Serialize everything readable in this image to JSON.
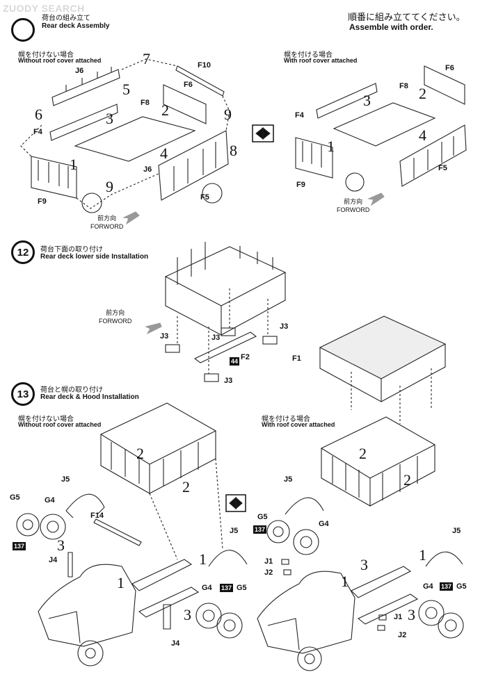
{
  "watermark": "ZUODY SEARCH",
  "header": {
    "jp": "順番に組み立ててください。",
    "en": "Assemble with order."
  },
  "step11": {
    "jp": "荷台の組み立て",
    "en": "Rear deck  Assembly",
    "left": {
      "jp": "幌を付けない場合",
      "en": "Without roof cover attached",
      "parts": [
        "J6",
        "F10",
        "F6",
        "F8",
        "F4",
        "J6",
        "F9",
        "F5"
      ],
      "nums": [
        "7",
        "5",
        "6",
        "3",
        "2",
        "9",
        "8",
        "4",
        "1",
        "9"
      ],
      "fwd_jp": "前方向",
      "fwd_en": "FORWORD"
    },
    "right": {
      "jp": "幌を付ける場合",
      "en": "With roof cover attached",
      "parts": [
        "F6",
        "F8",
        "F4",
        "F9",
        "F5"
      ],
      "nums": [
        "2",
        "3",
        "4",
        "1"
      ],
      "fwd_jp": "前方向",
      "fwd_en": "FORWORD"
    }
  },
  "step12": {
    "num": "12",
    "jp": "荷台下面の取り付け",
    "en": "Rear deck lower side Installation",
    "parts": [
      "J3",
      "J3",
      "J3",
      "F2",
      "J3"
    ],
    "tag": "44",
    "fwd_jp": "前方向",
    "fwd_en": "FORWORD"
  },
  "step13": {
    "num": "13",
    "jp": "荷台と幌の取り付け",
    "en": "Rear deck & Hood  Installation",
    "cover_part": "F1",
    "left": {
      "jp": "幌を付けない場合",
      "en": "Without roof cover attached",
      "parts": [
        "J5",
        "G5",
        "G4",
        "F14",
        "J4",
        "J5",
        "G4",
        "G5",
        "J4"
      ],
      "tags": [
        "137",
        "137"
      ],
      "nums": [
        "2",
        "2",
        "3",
        "1",
        "1",
        "3"
      ]
    },
    "right": {
      "jp": "幌を付ける場合",
      "en": "With roof cover attached",
      "parts": [
        "J5",
        "G5",
        "G4",
        "J1",
        "J2",
        "J5",
        "G4",
        "G5",
        "J1",
        "J2"
      ],
      "tags": [
        "137",
        "137"
      ],
      "nums": [
        "2",
        "2",
        "3",
        "1",
        "1",
        "3"
      ]
    }
  }
}
